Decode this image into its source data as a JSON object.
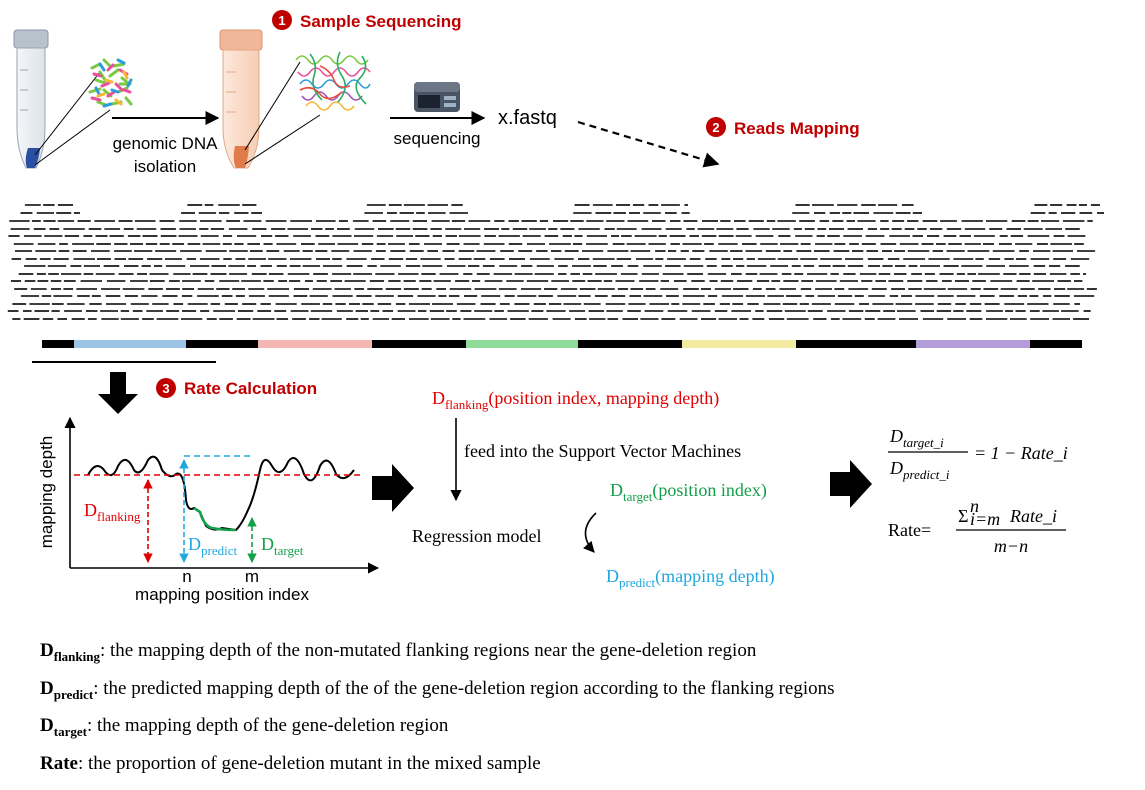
{
  "steps": {
    "s1": {
      "num": "1",
      "label": "Sample Sequencing"
    },
    "s2": {
      "num": "2",
      "label": "Reads Mapping"
    },
    "s3": {
      "num": "3",
      "label": "Rate Calculation"
    }
  },
  "workflow": {
    "isolation_line1": "genomic DNA",
    "isolation_line2": "isolation",
    "sequencing": "sequencing",
    "fastq": "x.fastq"
  },
  "genome_bar": {
    "segment_colors": [
      "#000000",
      "#9dc3e6",
      "#000000",
      "#f4b6b2",
      "#000000",
      "#8fdc9a",
      "#000000",
      "#f2eaa0",
      "#000000",
      "#b39ddb",
      "#000000"
    ]
  },
  "plot": {
    "ylabel": "mapping depth",
    "xlabel": "mapping position index",
    "tick_n": "n",
    "tick_m": "m",
    "d_main": "D",
    "flanking_sub": "flanking",
    "predict_sub": "predict",
    "target_sub": "target"
  },
  "svm": {
    "d_main": "D",
    "flanking_sub": "flanking",
    "flanking_args": "(position index, mapping depth)",
    "feed": "feed into the Support Vector Machines",
    "regression": "Regression model",
    "target_sub": "target",
    "target_args": "(position index)",
    "predict_sub": "predict",
    "predict_args": "(mapping depth)"
  },
  "formulas": {
    "f1_num_var": "D",
    "f1_num_sub": "target_i",
    "f1_den_var": "D",
    "f1_den_sub": "predict_i",
    "f1_rhs": "= 1 − Rate_i",
    "f2_lhs": "Rate=",
    "f2_sum": "Σ",
    "f2_sum_upper": "n",
    "f2_sum_lower": "i=m",
    "f2_term": "Rate_i",
    "f2_den": "m−n"
  },
  "definitions": [
    {
      "main": "D",
      "sub": "flanking",
      "text": ": the mapping depth of the non-mutated flanking regions near the gene-deletion region"
    },
    {
      "main": "D",
      "sub": "predict",
      "text": ": the predicted mapping depth of the of the gene-deletion region according to the flanking regions"
    },
    {
      "main": "D",
      "sub": "target",
      "text": ": the mapping depth of the gene-deletion region"
    },
    {
      "main": "Rate",
      "sub": "",
      "text": ": the proportion of gene-deletion mutant in the mixed sample"
    }
  ],
  "colors": {
    "step_red": "#c00000",
    "flanking_red": "#e00000",
    "predict_blue": "#1fa8e0",
    "target_green": "#13a04a"
  }
}
